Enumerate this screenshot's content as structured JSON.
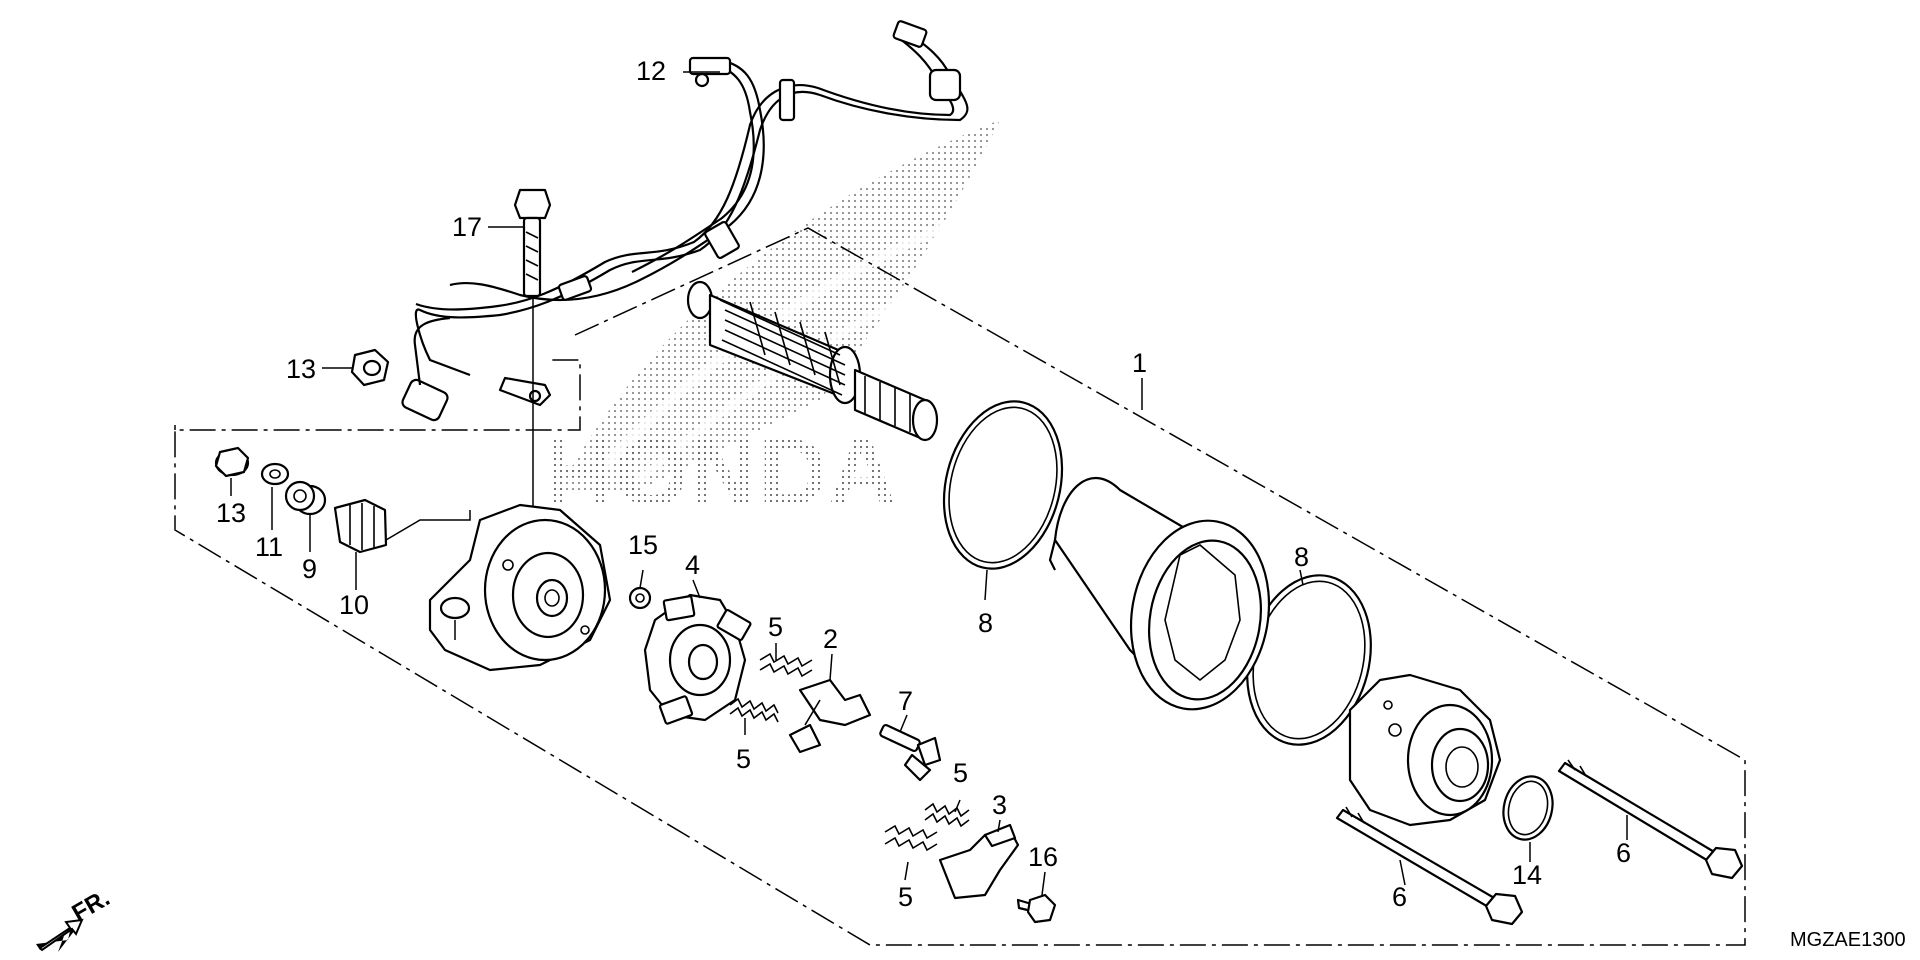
{
  "diagram": {
    "watermark": "HONDA",
    "diagram_code": "MGZAE1300",
    "front_arrow_label": "FR.",
    "callouts": {
      "c1": "1",
      "c2": "2",
      "c3": "3",
      "c4": "4",
      "c5a": "5",
      "c5b": "5",
      "c5c": "5",
      "c5d": "5",
      "c6a": "6",
      "c6b": "6",
      "c7": "7",
      "c8a": "8",
      "c8b": "8",
      "c9": "9",
      "c10": "10",
      "c11": "11",
      "c12": "12",
      "c13a": "13",
      "c13b": "13",
      "c14": "14",
      "c15": "15",
      "c16": "16",
      "c17": "17"
    }
  }
}
